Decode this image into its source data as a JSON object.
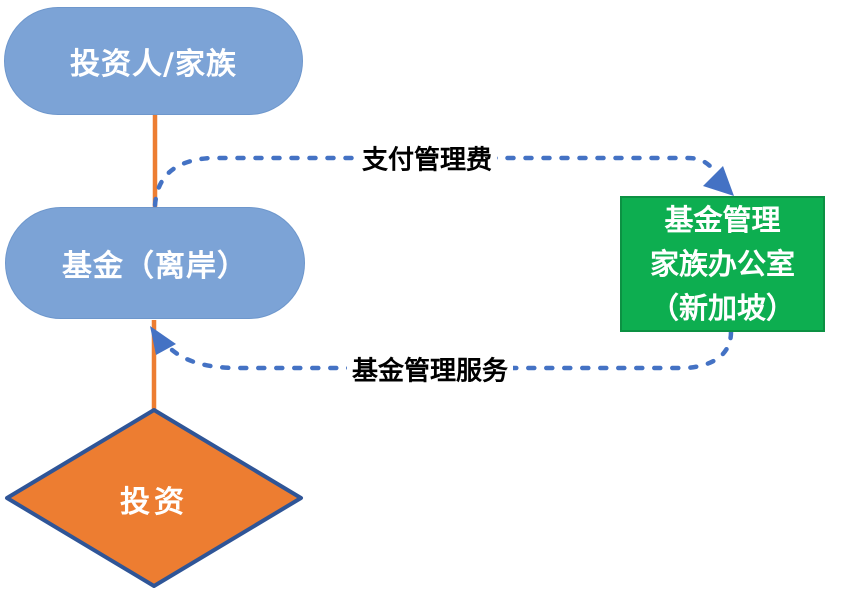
{
  "diagram": {
    "nodes": {
      "investor": {
        "label": "投资人/家族",
        "shape": "rounded-pill",
        "fill": "#7CA3D6"
      },
      "offshore_fund": {
        "label": "基金（离岸）",
        "shape": "rounded-pill",
        "fill": "#7CA3D6"
      },
      "manager": {
        "lines": [
          "基金管理",
          "家族办公室",
          "（新加坡）"
        ],
        "shape": "rectangle",
        "fill": "#0DAE50"
      },
      "investment": {
        "label": "投资",
        "shape": "diamond",
        "fill": "#ED7D31"
      }
    },
    "edges": {
      "pay_management_fee": {
        "label": "支付管理费",
        "from": "offshore_fund",
        "to": "manager",
        "style": "dashed-arrow"
      },
      "fund_management_service": {
        "label": "基金管理服务",
        "from": "manager",
        "to": "offshore_fund",
        "style": "dashed-arrow"
      },
      "investor_to_fund": {
        "label": "",
        "from": "investor",
        "to": "offshore_fund",
        "style": "solid-orange"
      },
      "fund_to_investment": {
        "label": "",
        "from": "offshore_fund",
        "to": "investment",
        "style": "solid-orange"
      }
    },
    "colors": {
      "node_blue": "#7CA3D6",
      "node_green": "#0DAE50",
      "node_green_border": "#0C9143",
      "node_orange": "#ED7D31",
      "diamond_border": "#2F5597",
      "connector_orange": "#ED7D31",
      "arrow_blue": "#4472C4",
      "node_text": "#FFFFFF",
      "edge_label_text": "#000000",
      "background": "#FFFFFF"
    }
  }
}
